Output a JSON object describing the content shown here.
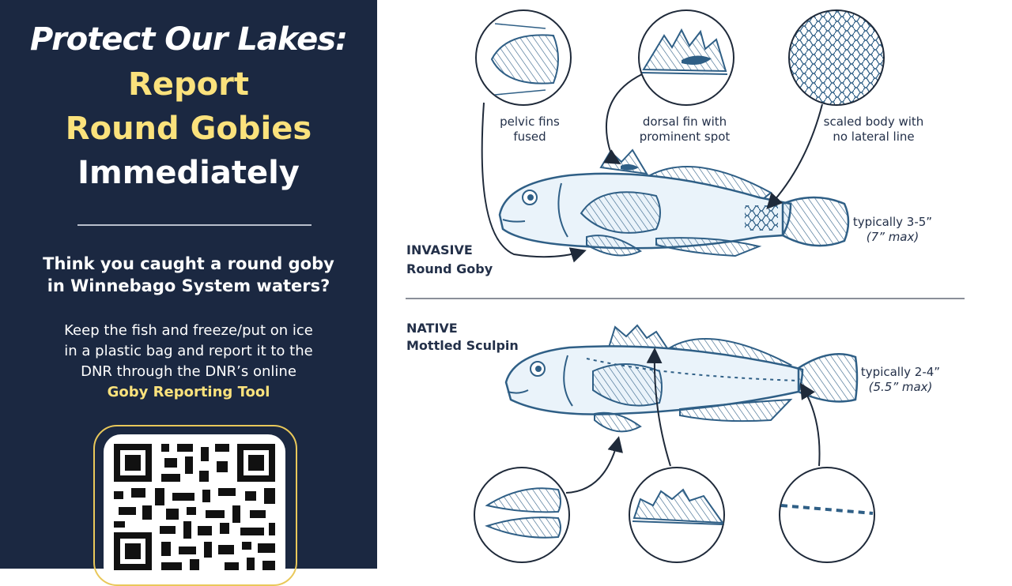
{
  "left": {
    "title_line1": "Protect Our Lakes:",
    "title_line2": "Report",
    "title_line3": "Round Gobies",
    "title_line4": "Immediately",
    "question_line1": "Think you caught a round goby",
    "question_line2": "in Winnebago System waters?",
    "instructions_line1": "Keep the fish and freeze/put on ice",
    "instructions_line2": "in a plastic bag and report it to the",
    "instructions_line3": "DNR through the DNR’s online",
    "instructions_link": "Goby Reporting Tool"
  },
  "goby": {
    "label_pelvic_1": "pelvic fins",
    "label_pelvic_2": "fused",
    "label_dorsal_1": "dorsal fin with",
    "label_dorsal_2": "prominent spot",
    "label_scaled_1": "scaled body with",
    "label_scaled_2": "no lateral line",
    "size_typical": "typically 3-5”",
    "size_max": "(7” max)",
    "status": "INVASIVE",
    "name": "Round Goby"
  },
  "sculpin": {
    "status": "NATIVE",
    "name": "Mottled Sculpin",
    "size_typical": "typically 2-4”",
    "size_max": "(5.5” max)"
  },
  "colors": {
    "panel": "#1b2841",
    "accent_yellow": "#fbe27c",
    "fish_outline": "#2f5f86",
    "fish_fill": "#eaf3fa"
  }
}
